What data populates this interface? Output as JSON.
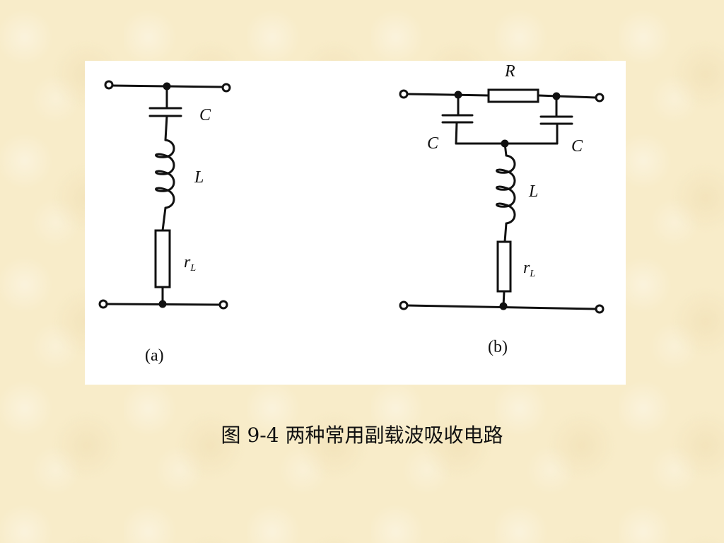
{
  "diagram_a": {
    "capacitor_label": "C",
    "inductor_label": "L",
    "resistor_label_main": "r",
    "resistor_label_sub": "L",
    "sub_label": "(a)"
  },
  "diagram_b": {
    "resistor_label": "R",
    "capacitor_left_label": "C",
    "capacitor_right_label": "C",
    "inductor_label": "L",
    "resistor_label_main": "r",
    "resistor_label_sub": "L",
    "sub_label": "(b)"
  },
  "caption": "图 9-4 两种常用副载波吸收电路"
}
